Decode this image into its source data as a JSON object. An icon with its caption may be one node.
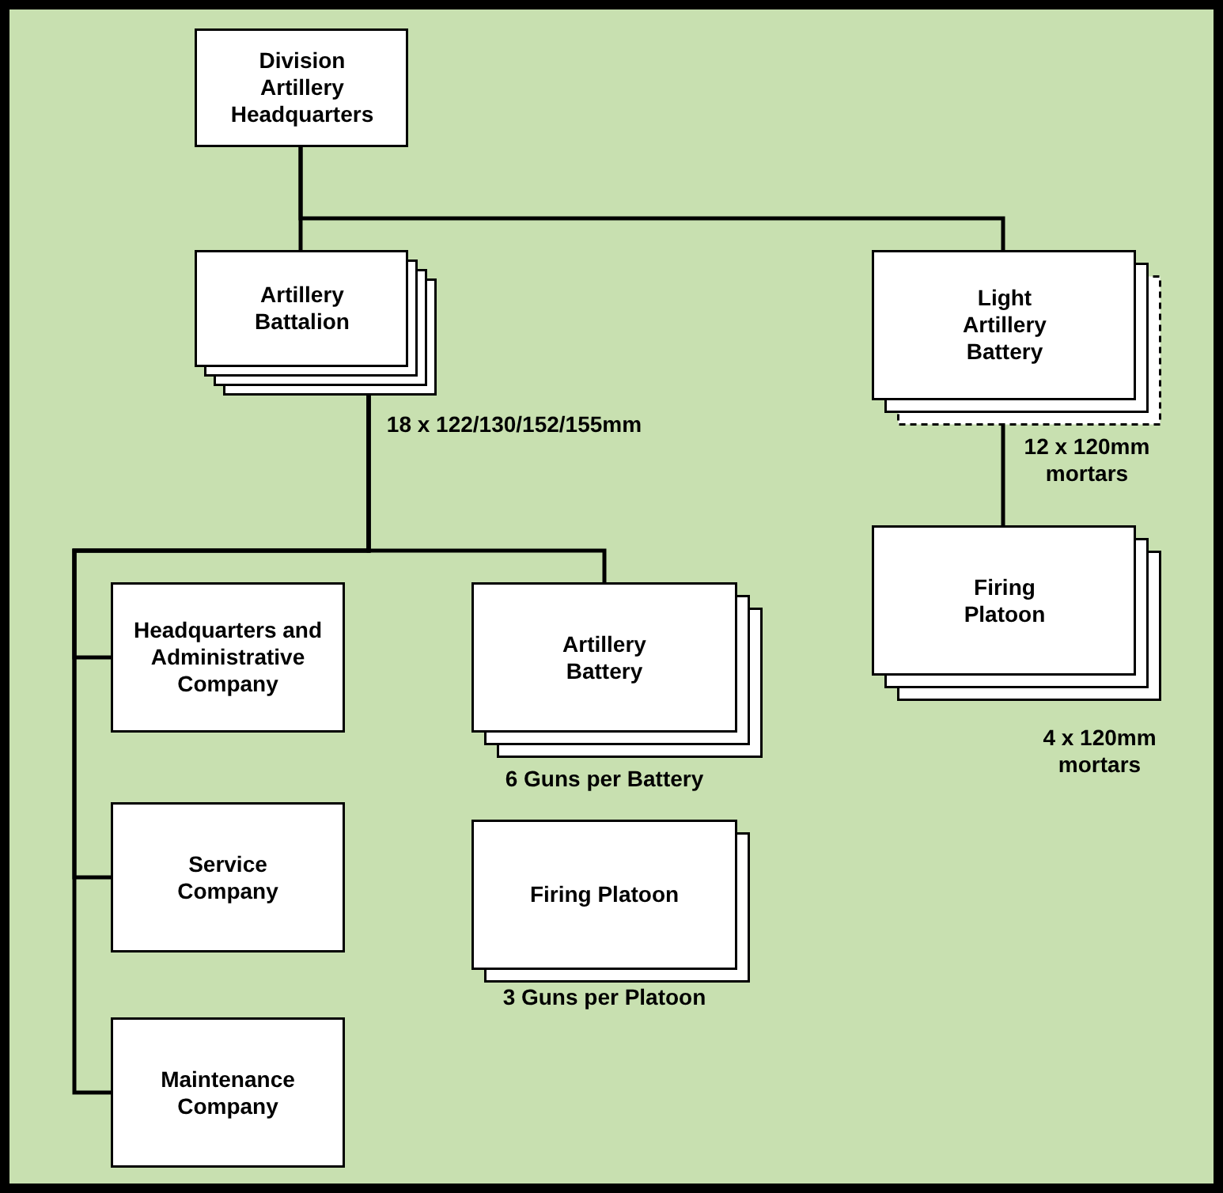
{
  "diagram": {
    "nodes": [
      {
        "text": [
          "Division Artillery Headquarters"
        ]
      },
      {
        "text": [
          "Artillery Battalion"
        ],
        "beside": [
          "18 x 122/130/152/155mm"
        ]
      },
      {
        "text": [
          "Light Artillery Battery"
        ],
        "beside": [
          "12 x 120mm mortars"
        ]
      },
      {
        "text": [
          "Headquarters and Administrative Company"
        ]
      },
      {
        "text": [
          "Artillery Battery"
        ],
        "beside": [
          "6 Guns per Battery"
        ]
      },
      {
        "text": [
          "Firing Platoon"
        ],
        "beside": [
          "4 x 120mm mortars"
        ]
      },
      {
        "text": [
          "Firing Platoon"
        ],
        "beside": [
          "3 Guns per Platoon"
        ]
      },
      {
        "text": [
          "Service Company"
        ]
      },
      {
        "text": [
          "Maintenance Company"
        ]
      }
    ],
    "edges": [
      {
        "from": 0,
        "to": 1,
        "arrow": "none"
      },
      {
        "from": 0,
        "to": 2,
        "arrow": "none"
      },
      {
        "from": 2,
        "to": 5,
        "arrow": "none"
      },
      {
        "from": 1,
        "to": 3,
        "arrow": "none"
      },
      {
        "from": 1,
        "to": 4,
        "arrow": "none"
      },
      {
        "from": 1,
        "to": 7,
        "arrow": "none"
      },
      {
        "from": 1,
        "to": 8,
        "arrow": "none"
      }
    ]
  }
}
